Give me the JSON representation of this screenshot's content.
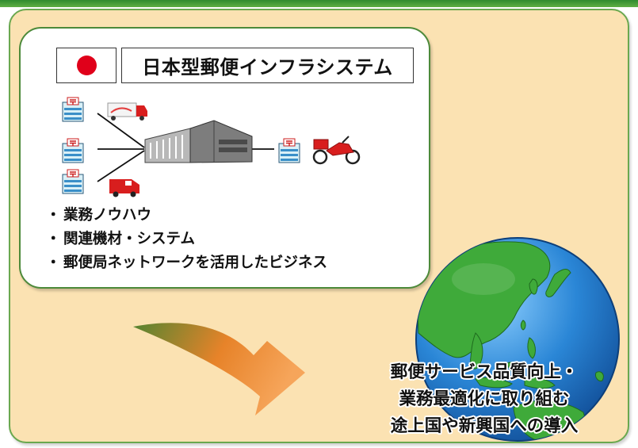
{
  "card": {
    "title": "日本型郵便インフラシステム",
    "bullets": [
      "業務ノウハウ",
      "関連機材・システム",
      "郵便局ネットワークを活用したビジネス"
    ]
  },
  "caption": {
    "lines": [
      "郵便サービス品質向上・",
      "業務最適化に取り組む",
      "途上国や新興国への導入"
    ]
  },
  "bullet_glyph": "・",
  "icons": {
    "flag": "japan-flag-icon",
    "post_office": "post-office-icon",
    "delivery_truck": "delivery-truck-icon",
    "delivery_van": "delivery-van-icon",
    "sorting_center": "sorting-center-icon",
    "motorcycle": "motorcycle-icon",
    "globe": "globe-icon",
    "arrow": "arrow-icon"
  },
  "colors": {
    "panel_bg": "#fbe2b2",
    "panel_border": "#6aa84f",
    "flag_red": "#e0001a",
    "arrow_start": "#4a7f2a",
    "arrow_end": "#e67e22",
    "ocean": "#2a86d6",
    "land": "#3faa3a"
  }
}
